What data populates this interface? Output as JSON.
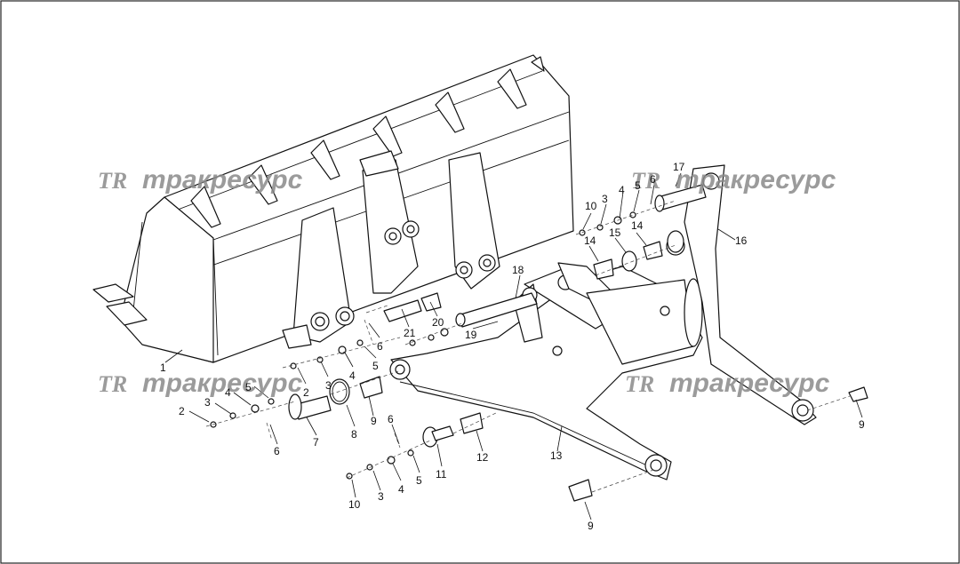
{
  "watermark": {
    "logo": "TR",
    "brand": "тракресурс"
  },
  "callouts": {
    "c1": "1",
    "c2a": "2",
    "c2b": "2",
    "c3a": "3",
    "c3b": "3",
    "c3c": "3",
    "c3d": "3",
    "c4a": "4",
    "c4b": "4",
    "c4c": "4",
    "c4d": "4",
    "c5a": "5",
    "c5b": "5",
    "c5c": "5",
    "c5d": "5",
    "c6a": "6",
    "c6b": "6",
    "c6c": "6",
    "c6d": "6",
    "c7": "7",
    "c8": "8",
    "c9a": "9",
    "c9b": "9",
    "c9c": "9",
    "c10a": "10",
    "c10b": "10",
    "c11": "11",
    "c12": "12",
    "c13": "13",
    "c14a": "14",
    "c14b": "14",
    "c15": "15",
    "c16": "16",
    "c17": "17",
    "c18": "18",
    "c19": "19",
    "c20": "20",
    "c21": "21"
  }
}
